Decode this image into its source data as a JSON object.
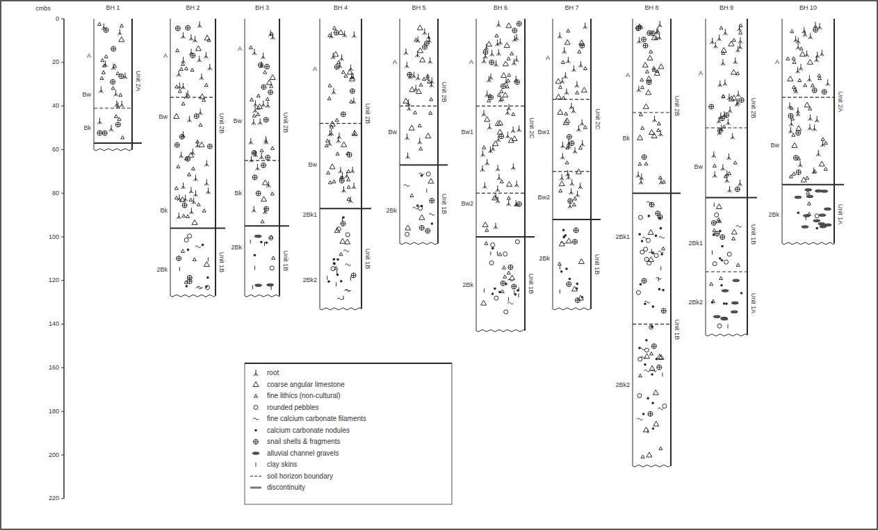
{
  "diagram": {
    "labels": [
      "cmbs",
      "0",
      "20",
      "40",
      "60",
      "80",
      "100",
      "120",
      "140",
      "160",
      "180",
      "200",
      "220",
      "BH 1",
      "A",
      "Bw",
      "Bk",
      "Unit 2A",
      "BH 2",
      "A",
      "Bw",
      "Bk",
      "2Bk",
      "Unit 2B",
      "Unit 1B",
      "BH 3",
      "A",
      "Bw",
      "Bk",
      "2Bk",
      "Unit 2B",
      "Unit 1B",
      "BH 4",
      "A",
      "Bw",
      "2Bk1",
      "2Bk2",
      "Unit 2B",
      "Unit 1B",
      "BH 5",
      "A",
      "Bw",
      "2Bk",
      "Unit 2B",
      "Unit 1B",
      "BH 6",
      "A",
      "Bw1",
      "Bw2",
      "2Bk",
      "Unit 2C",
      "Unit 1B",
      "BH 7",
      "A",
      "Bw1",
      "Bw2",
      "2Bk",
      "Unit 2C",
      "Unit 1B",
      "BH 8",
      "A",
      "Bk",
      "2Bk1",
      "2Bk2",
      "Unit 2B",
      "Unit 1B",
      "BH 9",
      "A",
      "Bw",
      "2Bk1",
      "2Bk2",
      "Unit 2B",
      "Unit 1B",
      "Unit 1A",
      "BH 10",
      "A",
      "Bw",
      "2Bk",
      "Unit 2A",
      "Unit 1A"
    ],
    "legend": [
      {
        "text": "root"
      },
      {
        "text": "coarse angular limestone"
      },
      {
        "text": "fine lithics (non-cultural)"
      },
      {
        "text": "rounded pebbles"
      },
      {
        "text": "fine calcium carbonate filaments"
      },
      {
        "text": "calcium carbonate nodules"
      },
      {
        "text": "snail shells & fragments"
      },
      {
        "text": "alluvial channel gravels"
      },
      {
        "text": "clay skins"
      },
      {
        "text": "soil horizon boundary"
      },
      {
        "text": "discontinuity"
      }
    ]
  }
}
